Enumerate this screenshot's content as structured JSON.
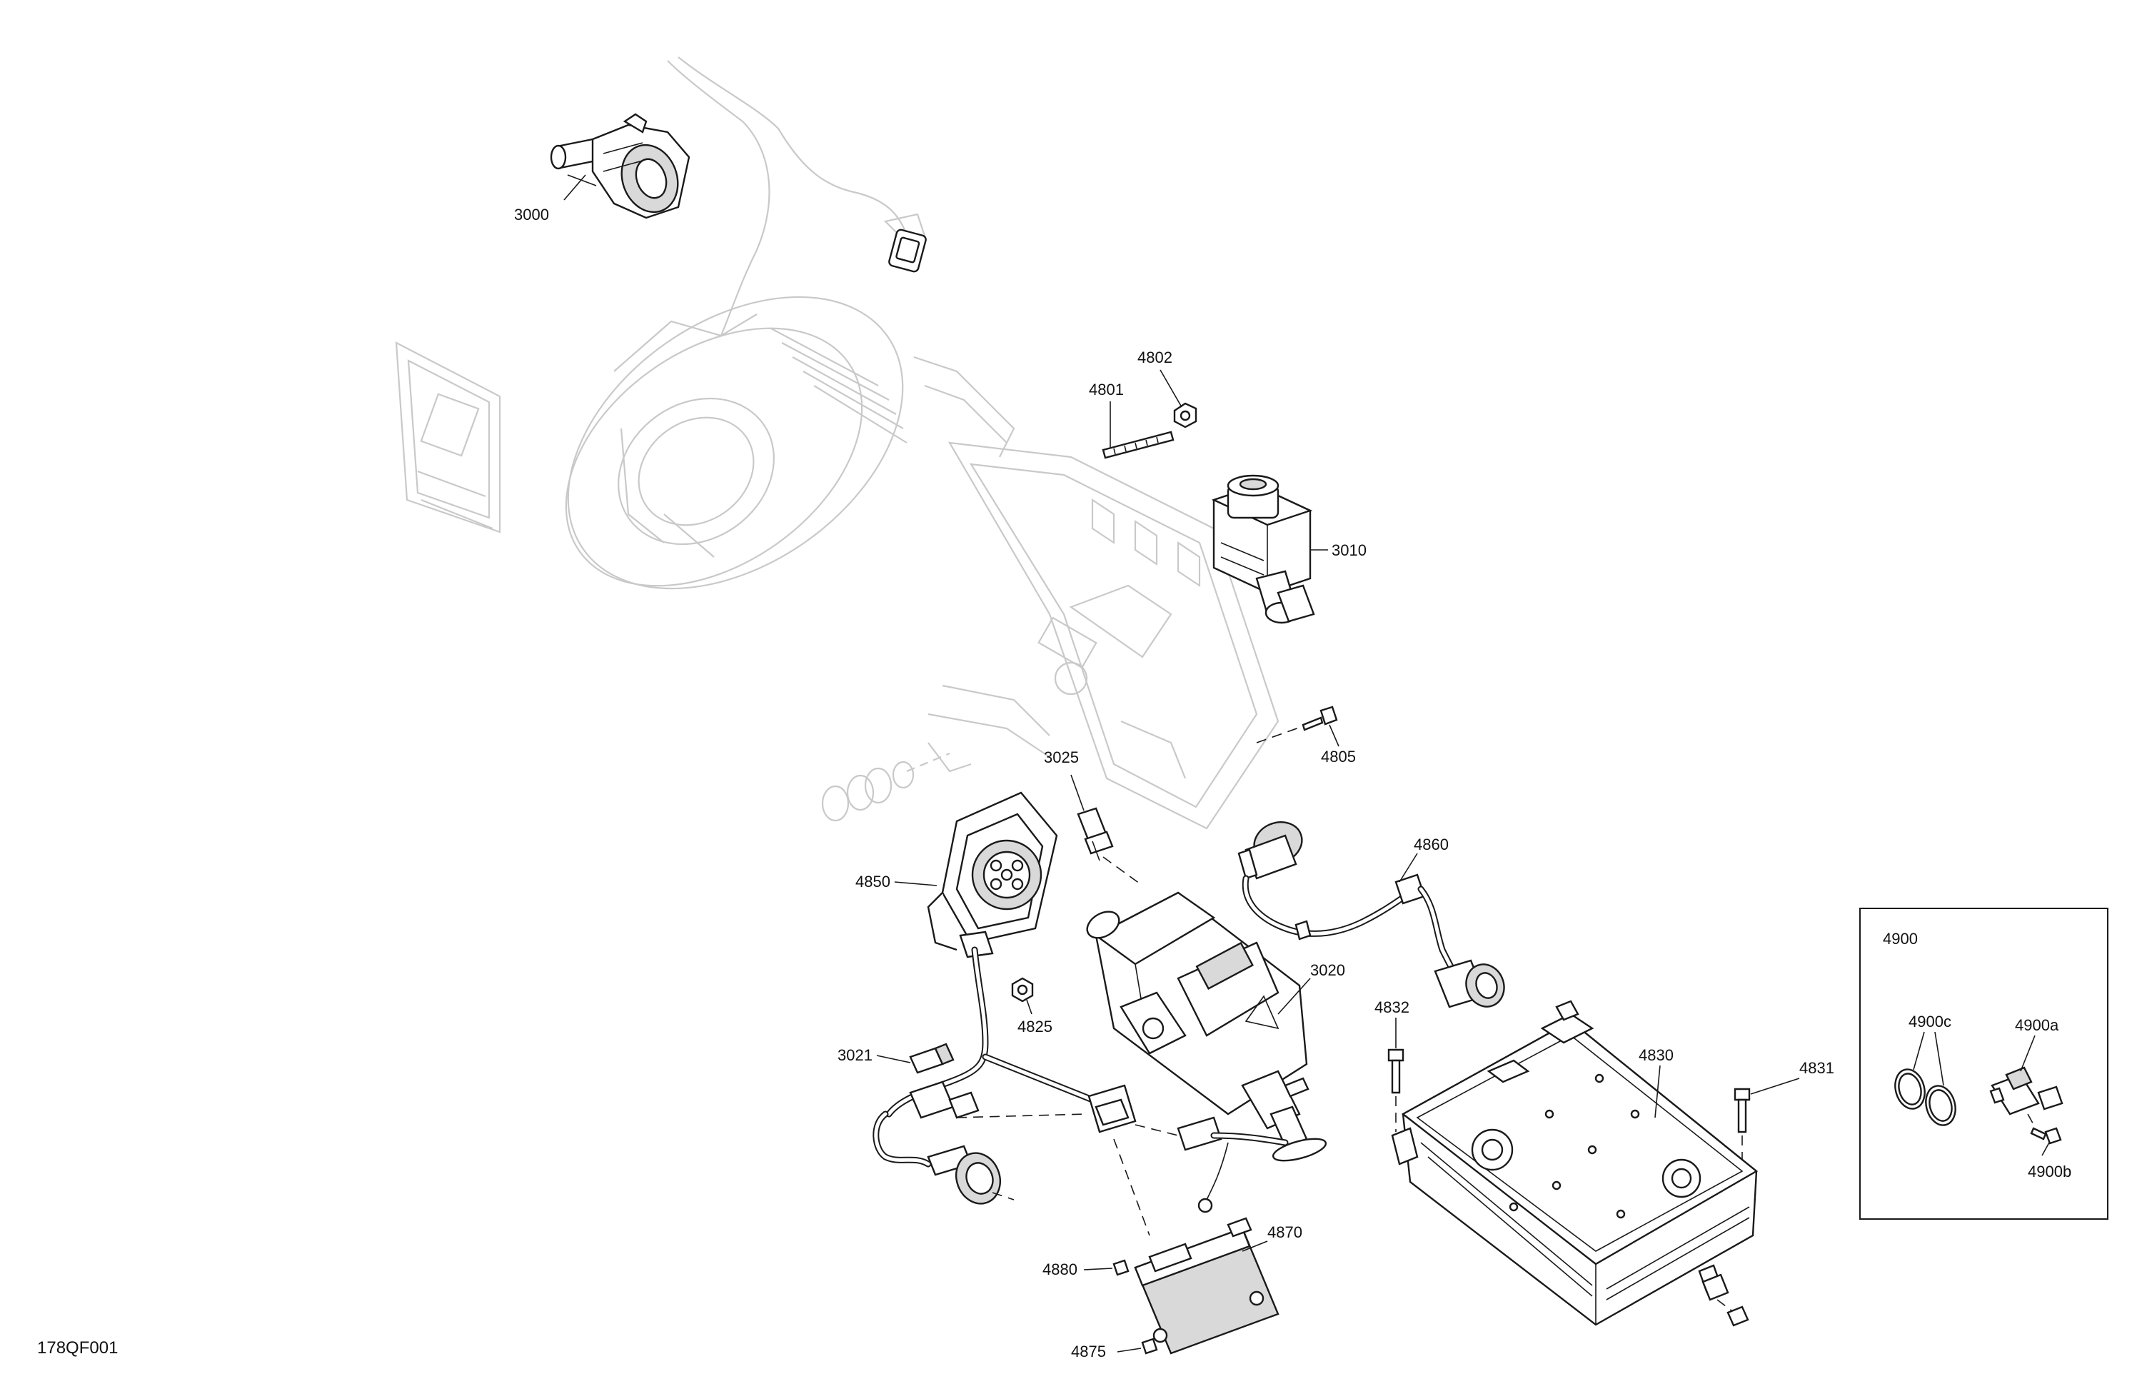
{
  "figure_code": "178QF001",
  "callouts": {
    "c3000": "3000",
    "c4802": "4802",
    "c4801": "4801",
    "c3010": "3010",
    "c4805": "4805",
    "c3025": "3025",
    "c4850": "4850",
    "c4860": "4860",
    "c3020": "3020",
    "c4825": "4825",
    "c4832": "4832",
    "c4830": "4830",
    "c4831": "4831",
    "c3021": "3021",
    "c4880": "4880",
    "c4870": "4870",
    "c4875": "4875"
  },
  "inset": {
    "title": "4900",
    "c4900c": "4900c",
    "c4900a": "4900a",
    "c4900b": "4900b"
  }
}
